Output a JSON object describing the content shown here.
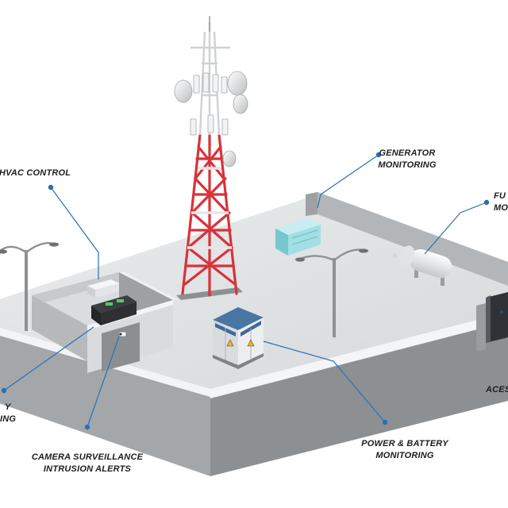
{
  "labels": {
    "hvac": [
      "HVAC CONTROL"
    ],
    "generator": [
      "GENERATOR",
      "MONITORING"
    ],
    "fuel": [
      "FU",
      "MON"
    ],
    "battery_left": [
      "Y",
      "ING"
    ],
    "camera": [
      "CAMERA SURVEILLANCE",
      "INTRUSION ALERTS"
    ],
    "power": [
      "POWER & BATTERY",
      "MONITORING"
    ],
    "access": [
      "ACES"
    ]
  },
  "colors": {
    "accent_blue": "#2b6fb0",
    "tower_red": "#d8323a",
    "tower_white": "#e6e6e6",
    "floor": "#dfe2e4",
    "wall_top": "#eceeef",
    "wall_side": "#9a9d9f",
    "cabinet_blue": "#3d6a98",
    "generator_teal": "#8fd6dd"
  },
  "icons": [
    "dish-antenna-icon",
    "warning-sign-icon",
    "camera-icon"
  ]
}
